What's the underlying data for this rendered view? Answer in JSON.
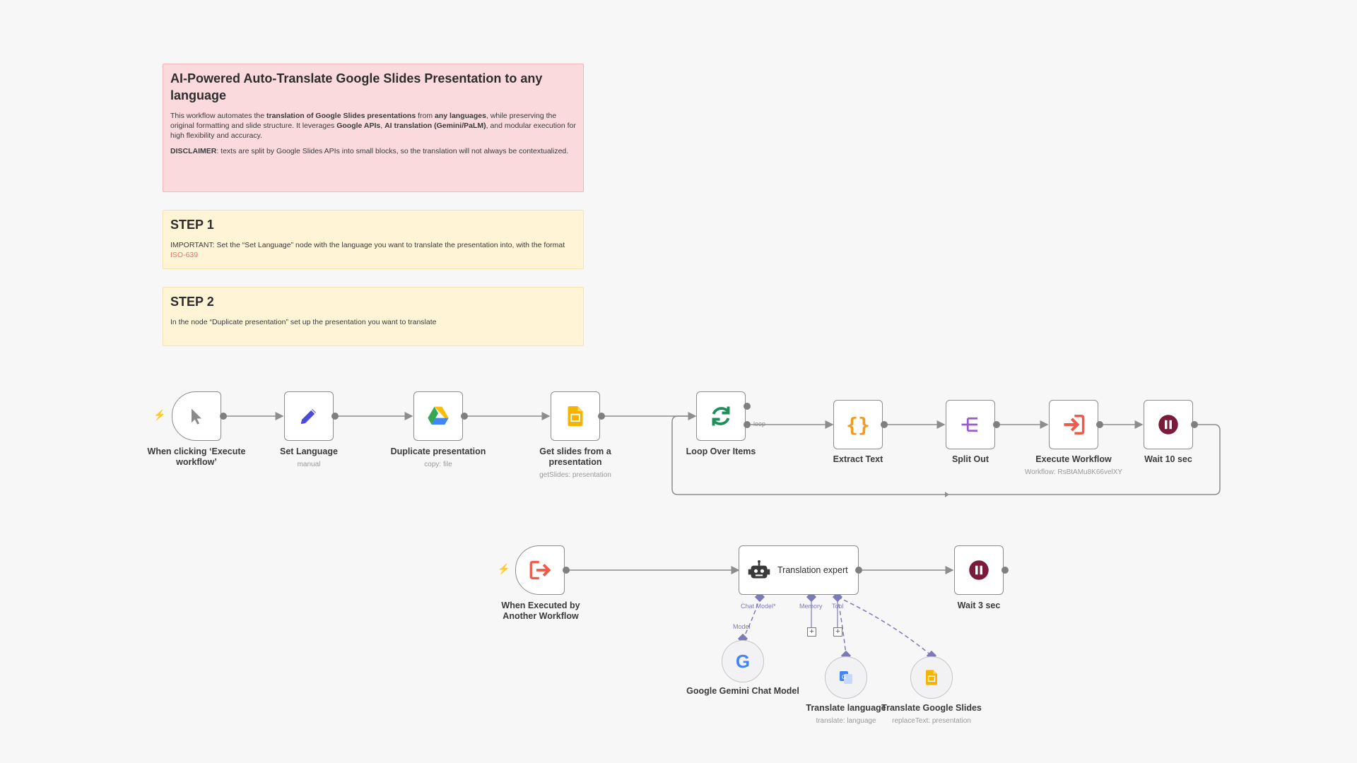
{
  "notes": {
    "intro": {
      "title": "AI-Powered Auto-Translate Google Slides Presentation to any language",
      "p1": {
        "t1": "This workflow automates the ",
        "b1": "translation of Google Slides presentations",
        "t2": " from ",
        "b2": "any languages",
        "t3": ", while preserving the original formatting and slide structure. It leverages ",
        "b3": "Google APIs",
        "t4": ", ",
        "b4": "AI translation (Gemini/PaLM)",
        "t5": ", and modular execution for high flexibility and accuracy."
      },
      "p2": {
        "b1": "DISCLAIMER",
        "t1": ": texts are split by Google Slides APIs into small blocks, so the translation will not always be contextualized."
      }
    },
    "step1": {
      "title": "STEP 1",
      "text": "IMPORTANT: Set the “Set Language” node with the language you want to translate the presentation into, with the format ",
      "link": "ISO-639"
    },
    "step2": {
      "title": "STEP 2",
      "text": "In the node “Duplicate presentation” set up the presentation you want to translate"
    }
  },
  "nodes": {
    "manual_trigger": {
      "label": "When clicking ‘Execute workflow’",
      "icon": "cursor-icon"
    },
    "set_language": {
      "label": "Set Language",
      "sub": "manual",
      "icon": "pencil-icon"
    },
    "duplicate": {
      "label": "Duplicate presentation",
      "sub": "copy: file",
      "icon": "google-drive-icon"
    },
    "get_slides": {
      "label": "Get slides from a presentation",
      "sub": "getSlides: presentation",
      "icon": "google-slides-icon"
    },
    "loop": {
      "label": "Loop Over Items",
      "loop_label": "loop",
      "icon": "loop-icon"
    },
    "extract": {
      "label": "Extract Text",
      "icon": "braces-icon"
    },
    "split": {
      "label": "Split Out",
      "icon": "split-icon"
    },
    "execute": {
      "label": "Execute Workflow",
      "sub": "Workflow: RsBtAMu8K66velXY",
      "icon": "execute-workflow-icon"
    },
    "wait10": {
      "label": "Wait 10 sec",
      "icon": "pause-icon"
    },
    "exec_trigger": {
      "label": "When Executed by Another Workflow",
      "icon": "workflow-trigger-icon"
    },
    "agent": {
      "label": "Translation expert",
      "icon": "robot-icon",
      "ports": {
        "chat_model": "Chat Model*",
        "memory": "Memory",
        "tool": "Tool"
      }
    },
    "wait3": {
      "label": "Wait 3 sec",
      "icon": "pause-icon"
    },
    "gemini": {
      "label": "Google Gemini Chat Model",
      "port_label": "Model",
      "icon": "google-g-icon"
    },
    "translate_lang": {
      "label": "Translate language",
      "sub": "translate: language",
      "icon": "google-translate-icon"
    },
    "translate_slides": {
      "label": "Translate Google Slides",
      "sub": "replaceText: presentation",
      "icon": "google-slides-icon"
    }
  },
  "colors": {
    "edge": "#8d8d8d",
    "port": "#7f7f7f",
    "ai_edge": "#7d7ab8",
    "trigger_bolt": "#ef5b4a",
    "note_red": "#fbdadd",
    "note_yellow": "#fff4d6"
  }
}
